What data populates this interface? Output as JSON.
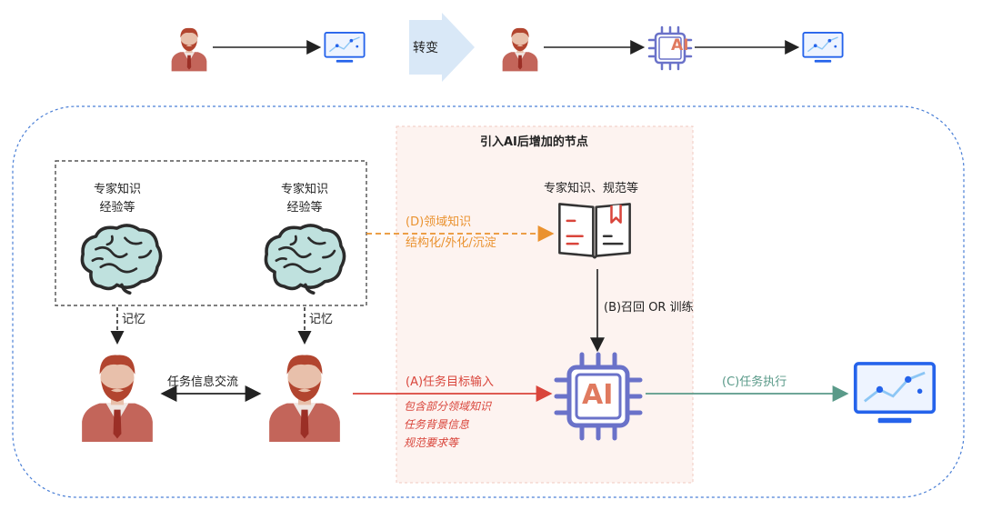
{
  "top": {
    "transform_label": "转变"
  },
  "ai_region": {
    "title": "引入AI后增加的节点"
  },
  "experts": {
    "left": {
      "line1": "专家知识",
      "line2": "经验等"
    },
    "right": {
      "line1": "专家知识",
      "line2": "经验等"
    }
  },
  "memory_label": "记忆",
  "exchange_label": "任务信息交流",
  "knowledge_book_label": "专家知识、规范等",
  "edges": {
    "D": {
      "line1": "(D)领域知识",
      "line2": "结构化/外化/沉淀"
    },
    "B": {
      "label": "(B)召回 OR 训练"
    },
    "A": {
      "label": "(A)任务目标输入",
      "notes": [
        "包含部分领域知识",
        "任务背景信息",
        "规范要求等"
      ]
    },
    "C": {
      "label": "(C)任务执行"
    }
  },
  "chip_text": "AI",
  "colors": {
    "person_skin": "#e8c0ab",
    "person_hair": "#b2452f",
    "person_suit": "#c3655a",
    "monitor_blue": "#2563eb",
    "chip_purple": "#6a72c9",
    "chip_text": "#e07a5f",
    "edge_red": "#d9453b",
    "edge_orange": "#ea922f",
    "edge_green": "#5a9a89",
    "region_border": "#4a7fd6",
    "ai_region_fill": "#fdf3f0"
  },
  "icons": [
    "person-icon",
    "monitor-icon",
    "chip-icon",
    "brain-icon",
    "book-icon"
  ]
}
